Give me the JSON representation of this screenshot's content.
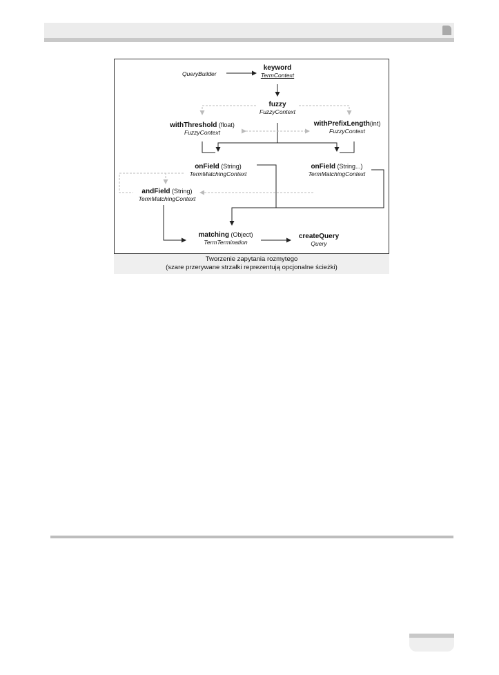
{
  "nodes": {
    "query_builder": {
      "method": "QueryBuilder"
    },
    "keyword": {
      "method": "keyword",
      "returns": "TermContext"
    },
    "fuzzy": {
      "method": "fuzzy",
      "returns": "FuzzyContext"
    },
    "with_threshold": {
      "method": "withThreshold",
      "param": " (float)",
      "returns": "FuzzyContext"
    },
    "with_prefix_length": {
      "method": "withPrefixLength",
      "param": "(int)",
      "returns": "FuzzyContext"
    },
    "on_field_1": {
      "method": "onField",
      "param": " (String)",
      "returns": "TermMatchingContext"
    },
    "on_field_2": {
      "method": "onField",
      "param": " (String...)",
      "returns": "TermMatchingContext"
    },
    "and_field": {
      "method": "andField",
      "param": " (String)",
      "returns": "TermMatchingContext"
    },
    "matching": {
      "method": "matching",
      "param": " (Object)",
      "returns": "TermTermination"
    },
    "create_query": {
      "method": "createQuery",
      "returns": "Query"
    }
  },
  "caption": {
    "line1": "Tworzenie zapytania rozmytego",
    "line2": "(szare przerywane strzałki reprezentują opcjonalne ścieżki)"
  },
  "colors": {
    "solid_arrow": "#222222",
    "optional_arrow": "#bbbbbb",
    "caption_bg": "#efefef"
  }
}
